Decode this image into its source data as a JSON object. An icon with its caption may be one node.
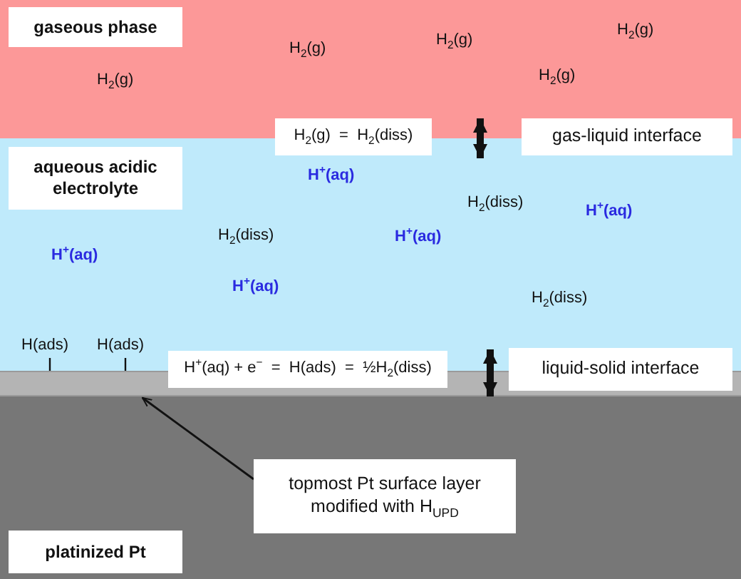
{
  "diagram": {
    "nodes": [
      {
        "text": [],
        "shape": "box"
      },
      {
        "text": [
          "gaseous phase"
        ],
        "in": 0
      },
      {
        "text": [
          "H$_{2}$(g)  =  H$_{2}$(diss)"
        ]
      },
      {
        "text": [
          "gas-liquid interface"
        ]
      },
      {
        "text": [],
        "shape": "box"
      },
      {
        "text": [
          "aqueous acidic electrolyte"
        ],
        "in": 4
      },
      {
        "text": [
          "H$^{+}$(aq) + e$^{−}$  =  H(ads)  =  ½H$_{2}$(diss)"
        ]
      },
      {
        "text": [
          "liquid-solid interface"
        ]
      },
      {
        "text": [],
        "shape": "bar"
      },
      {
        "text": [],
        "shape": "box"
      },
      {
        "text": [
          "platinized Pt"
        ],
        "in": 9
      },
      {
        "text": [
          "topmost Pt surface layer modified with H$_{UPD}$"
        ],
        "in": 9
      }
    ],
    "edges": [
      {
        "from": 0,
        "to": 4,
        "arrow": "both"
      },
      {
        "from": 4,
        "to": 8,
        "arrow": "both"
      },
      {
        "from": 11,
        "to": 8,
        "arrow": "to"
      }
    ],
    "labels": [
      "H$_{2}$(g)",
      "H$_{2}$(g)",
      "H$_{2}$(g)",
      "H$_{2}$(g)",
      "H$_{2}$(g)",
      "H$^{+}$(aq)",
      "H$_{2}$(diss)",
      "H$^{+}$(aq)",
      "H$_{2}$(diss)",
      "H$^{+}$(aq)",
      "H$^{+}$(aq)",
      "H$^{+}$(aq)",
      "H$_{2}$(diss)",
      "H(ads)",
      "H(ads)"
    ]
  }
}
